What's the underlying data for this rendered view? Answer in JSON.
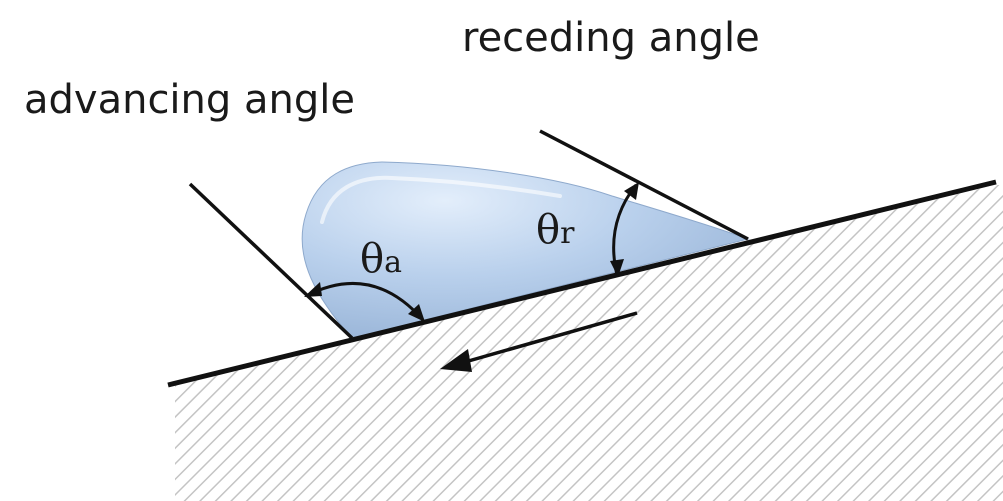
{
  "labels": {
    "receding": "receding angle",
    "advancing": "advancing angle"
  },
  "symbols": {
    "theta": "θ",
    "a_sub": "a",
    "r_sub": "r"
  },
  "colors": {
    "line": "#111111",
    "hatch": "#bdbdbd",
    "drop_light": "#cfe0f5",
    "drop_mid": "#a9c3e2",
    "drop_dark": "#8eabcd"
  },
  "icons": {
    "motion": "arrow-left-icon"
  }
}
